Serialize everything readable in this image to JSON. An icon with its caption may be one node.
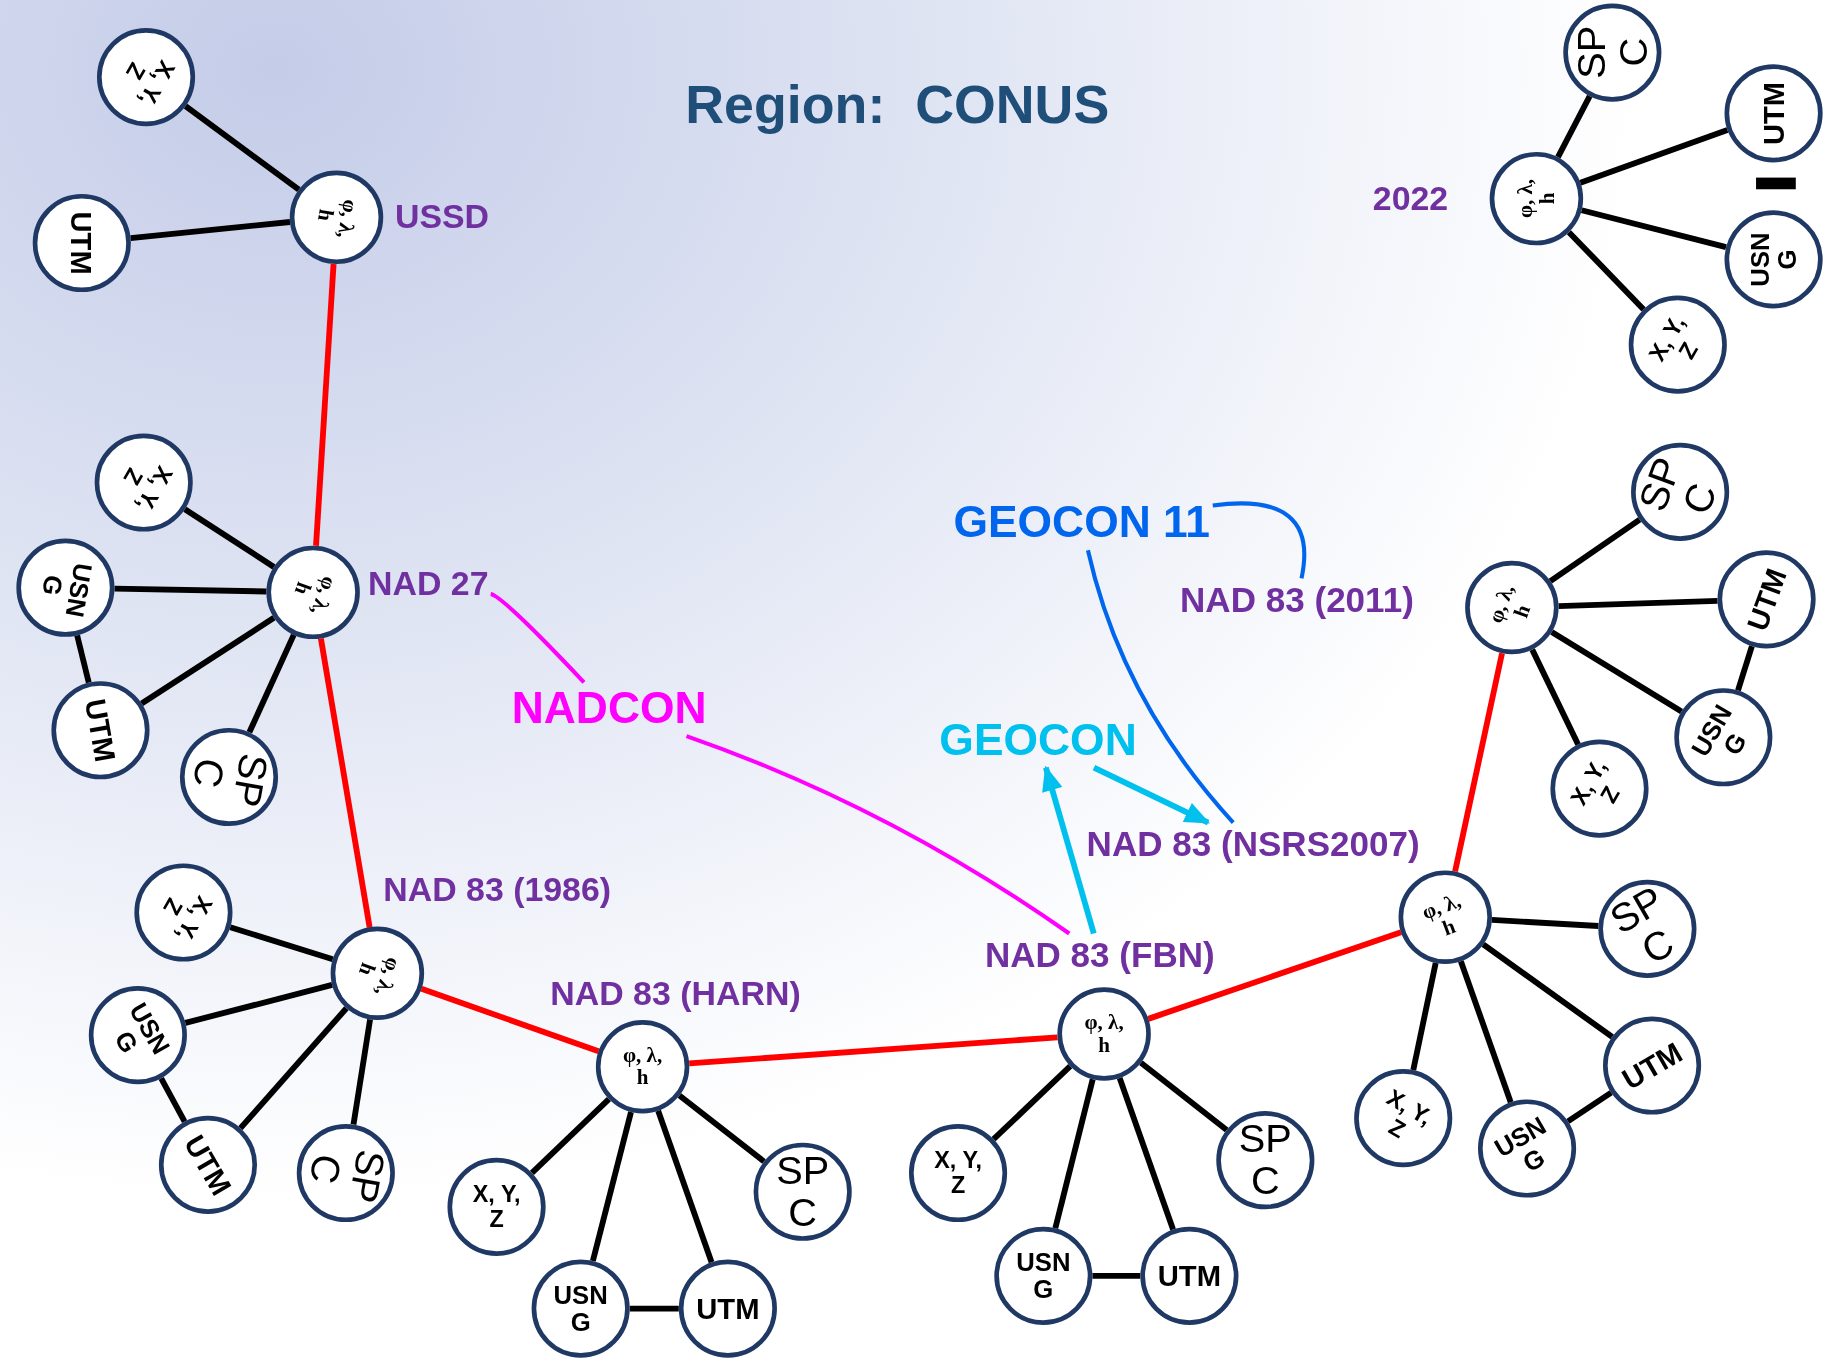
{
  "diagram": {
    "title": "Region:  CONUS",
    "nodes": [
      {
        "text": [
          "φ, λ, h"
        ],
        "beside": [
          "USSD"
        ]
      },
      {
        "text": [
          "X, Y, Z"
        ]
      },
      {
        "text": [
          "UTM"
        ]
      },
      {
        "text": [
          "φ, λ, h"
        ],
        "beside": [
          "2022"
        ]
      },
      {
        "text": [
          "SP C"
        ]
      },
      {
        "text": [
          "UTM"
        ]
      },
      {
        "text": [
          "USN G"
        ]
      },
      {
        "text": [
          "X, Y, Z"
        ]
      },
      {
        "text": [
          "φ, λ, h"
        ]
      },
      {
        "text": [
          "X, Y, Z"
        ]
      },
      {
        "text": [
          "USN G"
        ]
      },
      {
        "text": [
          "UTM"
        ]
      },
      {
        "text": [
          "SP C"
        ]
      },
      {
        "text": [
          "NAD 27"
        ]
      },
      {
        "text": [
          "NADCON"
        ]
      },
      {
        "text": [
          "GEOCON 11"
        ]
      },
      {
        "text": [
          "NAD 83 (2011)"
        ]
      },
      {
        "text": [
          "φ, λ, h"
        ]
      },
      {
        "text": [
          "SP C"
        ]
      },
      {
        "text": [
          "UTM"
        ]
      },
      {
        "text": [
          "USN G"
        ]
      },
      {
        "text": [
          "X, Y, Z"
        ]
      },
      {
        "text": [
          "GEOCON"
        ]
      },
      {
        "text": [
          "NAD 83 (NSRS2007)"
        ]
      },
      {
        "text": [
          "φ, λ, h"
        ]
      },
      {
        "text": [
          "SP C"
        ]
      },
      {
        "text": [
          "UTM"
        ]
      },
      {
        "text": [
          "USN G"
        ]
      },
      {
        "text": [
          "X, Y, Z"
        ]
      },
      {
        "text": [
          "NAD 83 (FBN)"
        ]
      },
      {
        "text": [
          "φ, λ, h"
        ]
      },
      {
        "text": [
          "X, Y, Z"
        ]
      },
      {
        "text": [
          "USN G"
        ]
      },
      {
        "text": [
          "UTM"
        ]
      },
      {
        "text": [
          "SP C"
        ]
      },
      {
        "text": [
          "φ, λ, h"
        ],
        "beside": [
          "NAD 83 (1986)"
        ]
      },
      {
        "text": [
          "X, Y, Z"
        ]
      },
      {
        "text": [
          "USN G"
        ]
      },
      {
        "text": [
          "UTM"
        ]
      },
      {
        "text": [
          "SP C"
        ]
      },
      {
        "text": [
          "φ, λ, h"
        ],
        "beside": [
          "NAD 83 (HARN)"
        ]
      },
      {
        "text": [
          "X, Y, Z"
        ]
      },
      {
        "text": [
          "USN G"
        ]
      },
      {
        "text": [
          "UTM"
        ]
      },
      {
        "text": [
          "SP C"
        ]
      }
    ],
    "edges": [
      {
        "from": 0,
        "to": 1,
        "arrow": "none"
      },
      {
        "from": 0,
        "to": 2,
        "arrow": "none"
      },
      {
        "from": 3,
        "to": 4,
        "arrow": "none"
      },
      {
        "from": 3,
        "to": 5,
        "arrow": "none"
      },
      {
        "from": 3,
        "to": 6,
        "arrow": "none"
      },
      {
        "from": 3,
        "to": 7,
        "arrow": "none"
      },
      {
        "from": 8,
        "to": 9,
        "arrow": "none"
      },
      {
        "from": 8,
        "to": 10,
        "arrow": "none"
      },
      {
        "from": 8,
        "to": 11,
        "arrow": "none"
      },
      {
        "from": 8,
        "to": 12,
        "arrow": "none"
      },
      {
        "from": 10,
        "to": 11,
        "arrow": "none"
      },
      {
        "from": 17,
        "to": 18,
        "arrow": "none"
      },
      {
        "from": 17,
        "to": 19,
        "arrow": "none"
      },
      {
        "from": 17,
        "to": 20,
        "arrow": "none"
      },
      {
        "from": 17,
        "to": 21,
        "arrow": "none"
      },
      {
        "from": 19,
        "to": 20,
        "arrow": "none"
      },
      {
        "from": 24,
        "to": 25,
        "arrow": "none"
      },
      {
        "from": 24,
        "to": 26,
        "arrow": "none"
      },
      {
        "from": 24,
        "to": 27,
        "arrow": "none"
      },
      {
        "from": 24,
        "to": 28,
        "arrow": "none"
      },
      {
        "from": 27,
        "to": 26,
        "arrow": "none"
      },
      {
        "from": 30,
        "to": 31,
        "arrow": "none"
      },
      {
        "from": 30,
        "to": 32,
        "arrow": "none"
      },
      {
        "from": 30,
        "to": 33,
        "arrow": "none"
      },
      {
        "from": 30,
        "to": 34,
        "arrow": "none"
      },
      {
        "from": 32,
        "to": 33,
        "arrow": "none"
      },
      {
        "from": 35,
        "to": 36,
        "arrow": "none"
      },
      {
        "from": 35,
        "to": 37,
        "arrow": "none"
      },
      {
        "from": 35,
        "to": 38,
        "arrow": "none"
      },
      {
        "from": 35,
        "to": 39,
        "arrow": "none"
      },
      {
        "from": 37,
        "to": 38,
        "arrow": "none"
      },
      {
        "from": 40,
        "to": 41,
        "arrow": "none"
      },
      {
        "from": 40,
        "to": 42,
        "arrow": "none"
      },
      {
        "from": 40,
        "to": 43,
        "arrow": "none"
      },
      {
        "from": 40,
        "to": 44,
        "arrow": "none"
      },
      {
        "from": 42,
        "to": 43,
        "arrow": "none"
      },
      {
        "from": 0,
        "to": 8,
        "arrow": "none",
        "color": "#ff0000"
      },
      {
        "from": 8,
        "to": 35,
        "arrow": "none",
        "color": "#ff0000"
      },
      {
        "from": 35,
        "to": 40,
        "arrow": "none",
        "color": "#ff0000"
      },
      {
        "from": 40,
        "to": 30,
        "arrow": "none",
        "color": "#ff0000"
      },
      {
        "from": 30,
        "to": 24,
        "arrow": "none",
        "color": "#ff0000"
      },
      {
        "from": 24,
        "to": 17,
        "arrow": "none",
        "color": "#ff0000"
      },
      {
        "from": 14,
        "to": 13,
        "arrow": "none",
        "color": "#ff00ff"
      },
      {
        "from": 14,
        "to": 29,
        "arrow": "none",
        "color": "#ff00ff"
      },
      {
        "from": 15,
        "to": 16,
        "arrow": "none",
        "color": "#0066ee"
      },
      {
        "from": 15,
        "to": 23,
        "arrow": "none",
        "color": "#0066ee"
      },
      {
        "from": 29,
        "to": 22,
        "arrow": "to",
        "color": "#00c0ee"
      },
      {
        "from": 22,
        "to": 23,
        "arrow": "to",
        "color": "#00c0ee"
      }
    ]
  }
}
